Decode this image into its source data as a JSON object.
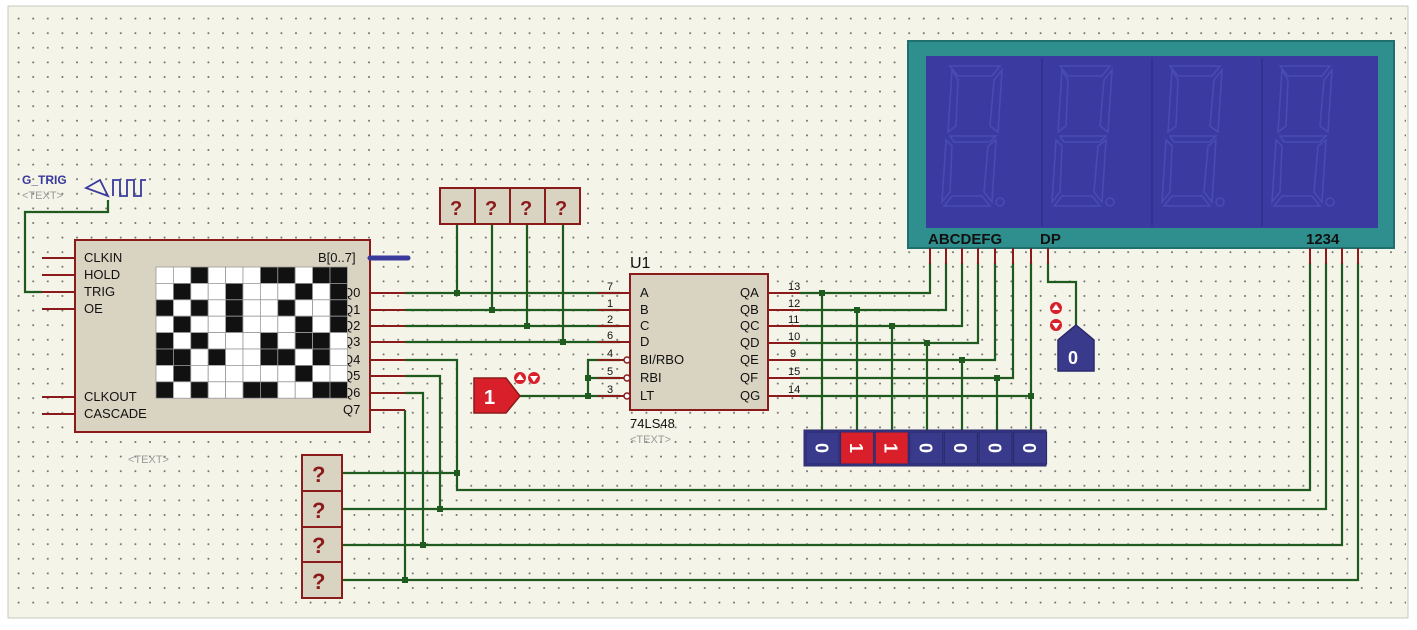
{
  "colors": {
    "paper": "#f4f4e8",
    "grid_dot": "#6b6b6b",
    "wire": "#1f5a1f",
    "pin": "#8b1a1a",
    "chip_fill": "#d9d3c1",
    "chip_border": "#8b1a1a",
    "display_frame": "#2f8f8f",
    "display_face": "#3a3aa0",
    "logic_low": "#3a3a8c",
    "logic_high": "#d9202a"
  },
  "generator": {
    "name": "G_TRIG",
    "text_tag": "<TEXT>",
    "icon": "square-wave-icon"
  },
  "pattern_gen": {
    "left_pins": [
      "CLKIN",
      "HOLD",
      "TRIG",
      "OE"
    ],
    "bottom_left_pins": [
      "CLKOUT",
      "CASCADE"
    ],
    "bus_label": "B[0..7]",
    "outputs": [
      "Q0",
      "Q1",
      "Q2",
      "Q3",
      "Q4",
      "Q5",
      "Q6",
      "Q7"
    ],
    "text_tag": "<TEXT>",
    "grid_rows": [
      [
        0,
        0,
        1,
        0,
        0,
        0,
        1,
        1,
        0,
        1,
        1
      ],
      [
        0,
        1,
        0,
        0,
        1,
        0,
        0,
        0,
        1,
        0,
        1
      ],
      [
        1,
        0,
        1,
        0,
        1,
        0,
        0,
        1,
        0,
        0,
        1
      ],
      [
        0,
        1,
        0,
        0,
        1,
        0,
        0,
        0,
        1,
        0,
        1
      ],
      [
        1,
        0,
        1,
        0,
        0,
        0,
        1,
        0,
        1,
        1,
        0
      ],
      [
        1,
        1,
        0,
        1,
        0,
        0,
        1,
        1,
        0,
        1,
        0
      ],
      [
        0,
        1,
        0,
        0,
        0,
        0,
        0,
        0,
        1,
        0,
        0
      ],
      [
        1,
        0,
        1,
        0,
        0,
        1,
        1,
        0,
        0,
        1,
        1
      ]
    ]
  },
  "probes_top": [
    "?",
    "?",
    "?",
    "?"
  ],
  "decoder": {
    "ref": "U1",
    "part": "74LS48",
    "text_tag": "<TEXT>",
    "inputs": [
      {
        "name": "A",
        "num": "7"
      },
      {
        "name": "B",
        "num": "1"
      },
      {
        "name": "C",
        "num": "2"
      },
      {
        "name": "D",
        "num": "6"
      },
      {
        "name": "BI/RBO",
        "num": "4"
      },
      {
        "name": "RBI",
        "num": "5"
      },
      {
        "name": "LT",
        "num": "3"
      }
    ],
    "outputs": [
      {
        "name": "QA",
        "num": "13"
      },
      {
        "name": "QB",
        "num": "12"
      },
      {
        "name": "QC",
        "num": "11"
      },
      {
        "name": "QD",
        "num": "10"
      },
      {
        "name": "QE",
        "num": "9"
      },
      {
        "name": "QF",
        "num": "15"
      },
      {
        "name": "QG",
        "num": "14"
      }
    ]
  },
  "logic_state_source": {
    "value": "1"
  },
  "seg_states": [
    "0",
    "1",
    "1",
    "0",
    "0",
    "0",
    "0"
  ],
  "dp_state": "0",
  "display": {
    "seg_label": "ABCDEFG",
    "dp_label": "DP",
    "digit_label": "1234"
  },
  "probes_bottom": [
    "?",
    "?",
    "?",
    "?"
  ]
}
